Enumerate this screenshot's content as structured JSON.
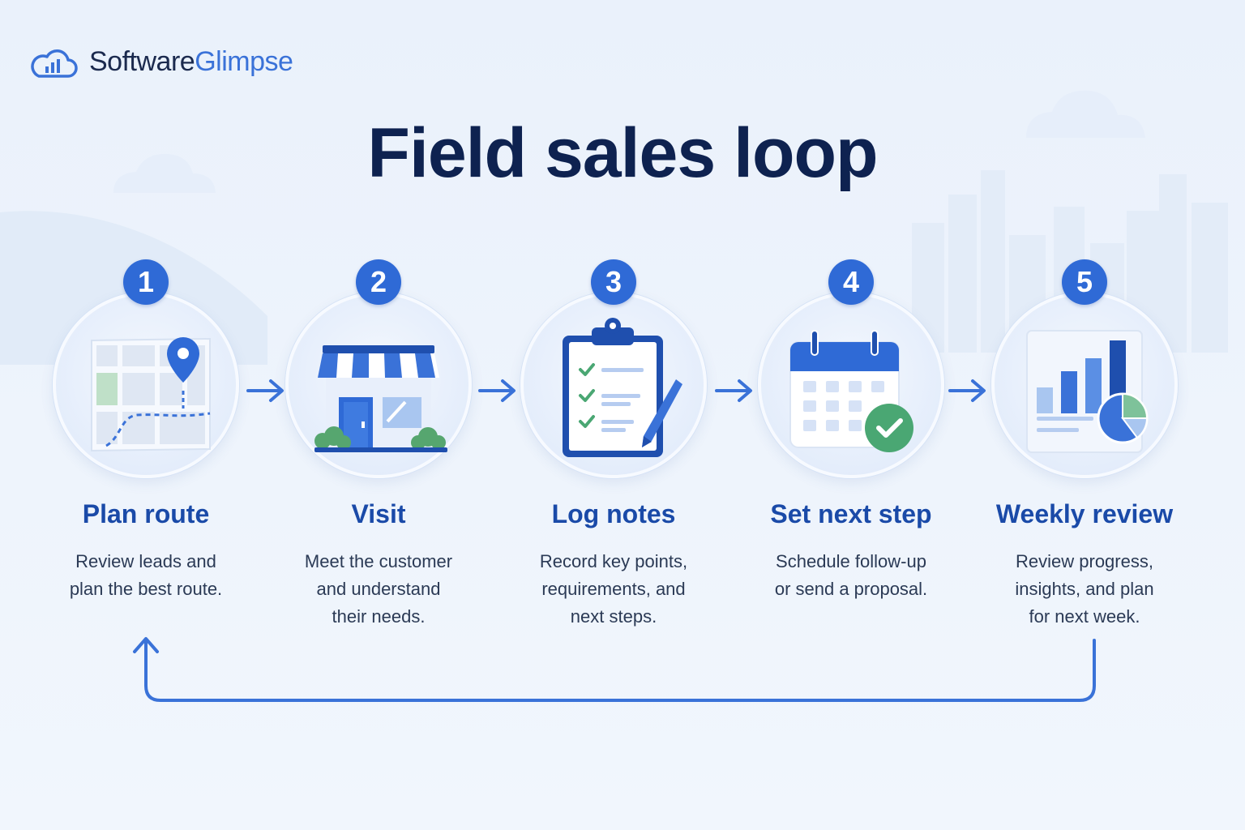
{
  "brand": {
    "part1": "Software",
    "part2": "Glimpse",
    "icon": "cloud-chart-icon"
  },
  "title": "Field sales loop",
  "colors": {
    "accent": "#2f6ad6",
    "title": "#0e2250",
    "step_title": "#1a4aa8",
    "text": "#2b3a55",
    "check": "#4aa773"
  },
  "steps": [
    {
      "number": "1",
      "title": "Plan route",
      "lines": [
        "Review leads and",
        "plan the best route."
      ],
      "icon": "map-pin-icon"
    },
    {
      "number": "2",
      "title": "Visit",
      "lines": [
        "Meet the customer",
        "and understand",
        "their needs."
      ],
      "icon": "storefront-icon"
    },
    {
      "number": "3",
      "title": "Log notes",
      "lines": [
        "Record key points,",
        "requirements, and",
        "next steps."
      ],
      "icon": "clipboard-checklist-icon"
    },
    {
      "number": "4",
      "title": "Set next step",
      "lines": [
        "Schedule follow-up",
        "or send a proposal."
      ],
      "icon": "calendar-check-icon"
    },
    {
      "number": "5",
      "title": "Weekly review",
      "lines": [
        "Review progress,",
        "insights, and plan",
        "for next week."
      ],
      "icon": "report-chart-icon"
    }
  ]
}
